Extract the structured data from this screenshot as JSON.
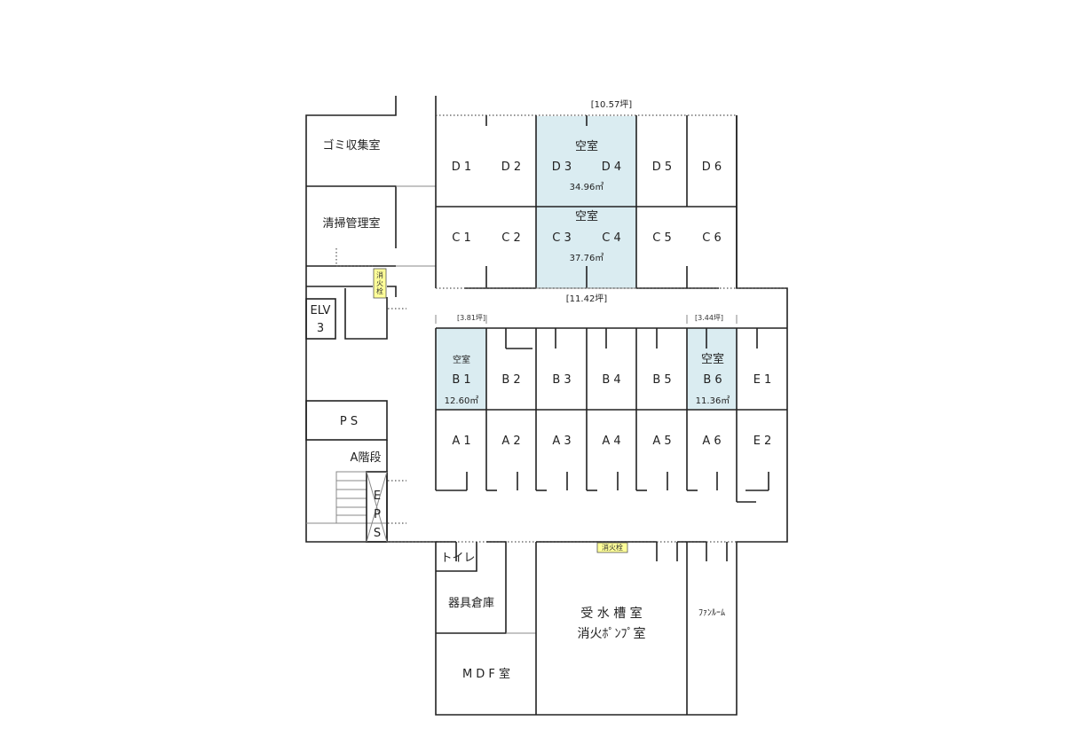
{
  "colors": {
    "vacant_fill": "#daecf1",
    "hydrant_fill": "#ffff99",
    "wall": "#222222"
  },
  "labels": {
    "garbage_room": "ゴミ収集室",
    "cleaning_room": "清掃管理室",
    "hydrant": "消火栓",
    "elv_line1": "ELV",
    "elv_line2": "3",
    "ps": "P S",
    "stair": "A階段",
    "eps": "E P S",
    "toilet": "トイレ",
    "equipment_storage": "器具倉庫",
    "mdf": "M D F 室",
    "tank_room": "受 水 槽 室",
    "pump_room": "消火ﾎﾟﾝﾌﾟ室",
    "fan_room": "ﾌｧﾝﾙｰﾑ"
  },
  "dimensions": {
    "top": "[10.57坪]",
    "middle": "[11.42坪]",
    "b1_tsubo": "[3.81坪]",
    "b6_tsubo": "[3.44坪]"
  },
  "vacancy": {
    "d34_status": "空室",
    "d34_area": "34.96㎡",
    "c34_status": "空室",
    "c34_area": "37.76㎡",
    "b1_status": "空室",
    "b1_area": "12.60㎡",
    "b6_status": "空室",
    "b6_area": "11.36㎡"
  },
  "units": {
    "row_d": [
      "D 1",
      "D 2",
      "D 3",
      "D 4",
      "D 5",
      "D 6"
    ],
    "row_c": [
      "C 1",
      "C 2",
      "C 3",
      "C 4",
      "C 5",
      "C 6"
    ],
    "row_b": [
      "B 1",
      "B 2",
      "B 3",
      "B 4",
      "B 5",
      "B 6",
      "E 1"
    ],
    "row_a": [
      "A 1",
      "A 2",
      "A 3",
      "A 4",
      "A 5",
      "A 6",
      "E 2"
    ]
  }
}
